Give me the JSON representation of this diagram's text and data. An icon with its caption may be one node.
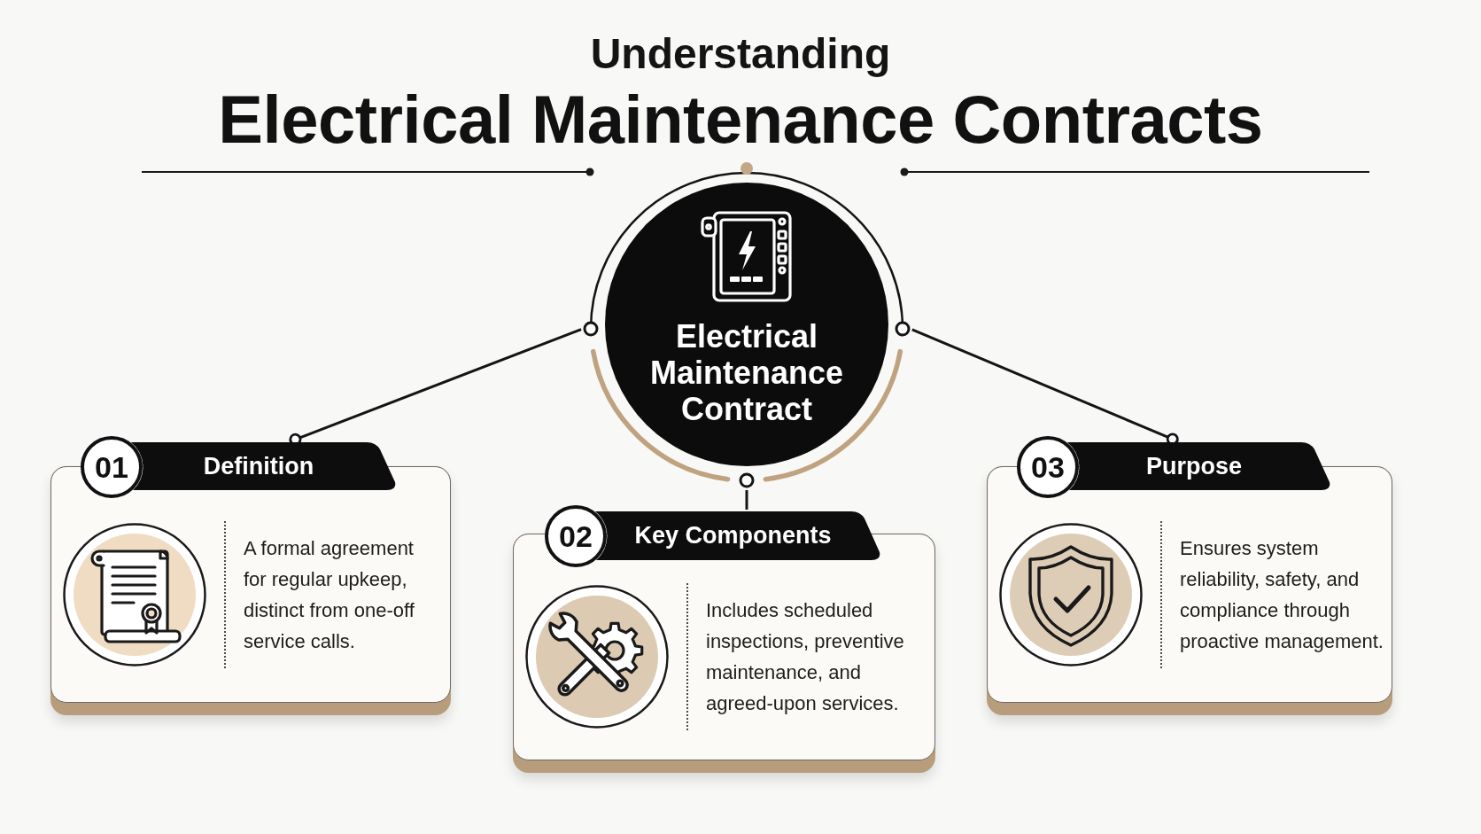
{
  "diagram": {
    "title": "Electrical Maintenance Contracts",
    "nodes": [
      {
        "text": [
          "Electrical Maintenance Contract"
        ]
      },
      {
        "text": [
          "01"
        ]
      },
      {
        "text": [
          "Definition"
        ]
      },
      {
        "text": [
          "A formal agreement for regular upkeep, distinct from one-off service calls."
        ]
      },
      {
        "text": [
          "02"
        ]
      },
      {
        "text": [
          "Key Components"
        ]
      },
      {
        "text": [
          "Includes scheduled inspections, preventive maintenance, and agreed-upon services."
        ]
      },
      {
        "text": [
          "03"
        ]
      },
      {
        "text": [
          "Purpose"
        ]
      },
      {
        "text": [
          "Ensures system reliability, safety, and compliance through proactive management."
        ]
      }
    ],
    "edges": [
      {
        "from": 0,
        "to": 2,
        "arrow": "other"
      },
      {
        "from": 0,
        "to": 5,
        "arrow": "none"
      },
      {
        "from": 0,
        "to": 8,
        "arrow": "other"
      }
    ],
    "labels": [
      "Understanding"
    ]
  }
}
